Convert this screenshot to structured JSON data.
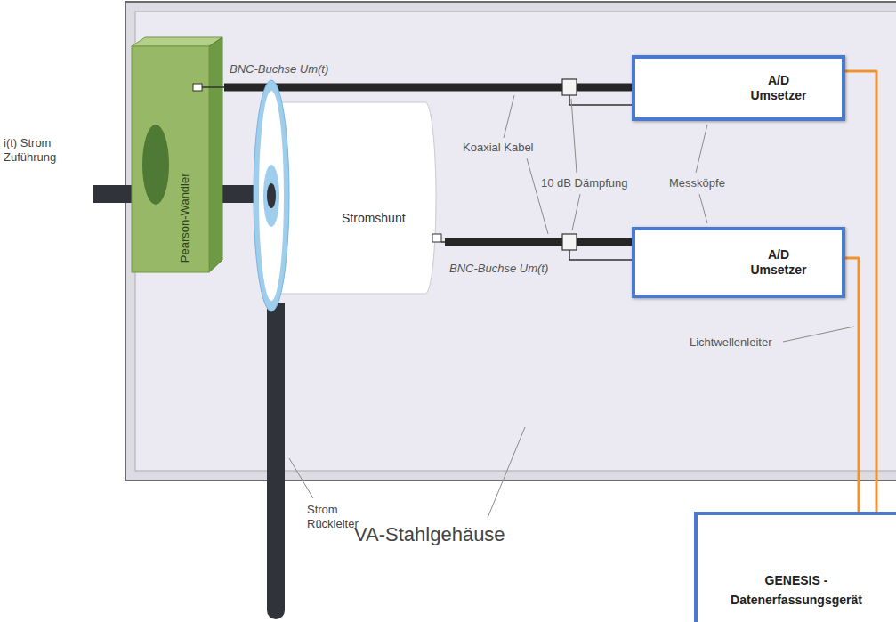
{
  "diagram": {
    "nodes": [
      {
        "text": [
          "VA-Stahlgehäuse"
        ]
      },
      {
        "text": [
          "Pearson-Wandler"
        ],
        "in": 0
      },
      {
        "text": [
          "A/D Umsetzer"
        ],
        "in": 0
      },
      {
        "text": [
          "Stromshunt"
        ],
        "in": 0
      },
      {
        "text": [
          "A/D Umsetzer"
        ],
        "in": 0
      },
      {
        "text": [
          "GENESIS - Datenerfassungsgerät"
        ]
      }
    ],
    "edges": [
      {
        "from": 1,
        "to": 2,
        "arrow": "none"
      },
      {
        "from": 3,
        "to": 4,
        "arrow": "none"
      },
      {
        "from": 2,
        "to": 5,
        "arrow": "none"
      },
      {
        "from": 4,
        "to": 5,
        "arrow": "none"
      }
    ],
    "labels": [
      "i(t) Strom Zuführung",
      "BNC-Buchse Um(t)",
      "Koaxial Kabel",
      "10 dB Dämpfung",
      "Messköpfe",
      "BNC-Buchse Um(t)",
      "Lichtwellenleiter",
      "Strom Rückleiter"
    ]
  }
}
